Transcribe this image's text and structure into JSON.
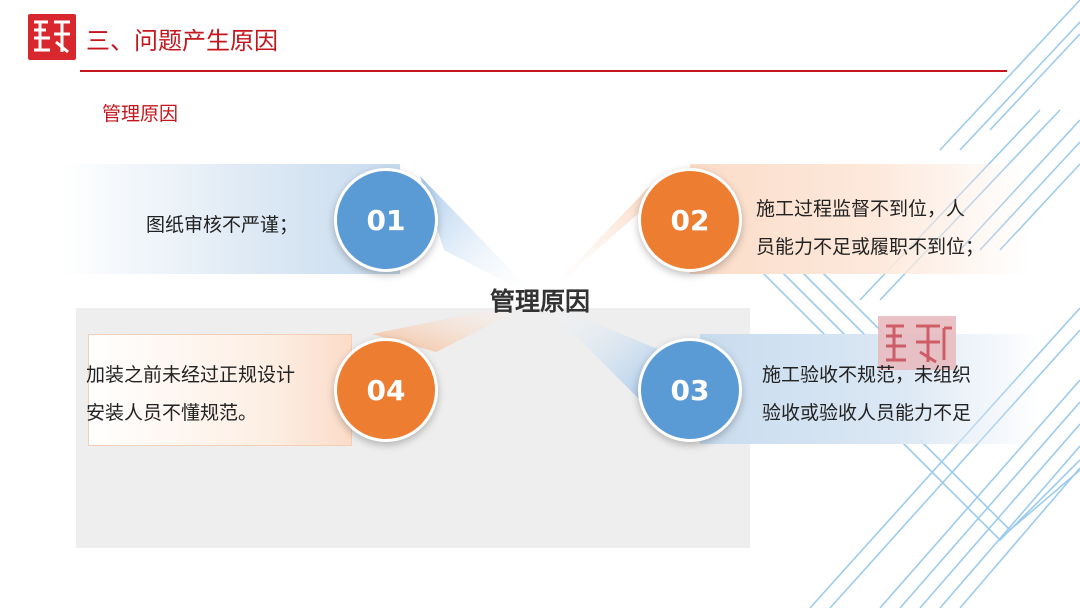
{
  "header": {
    "title": "三、问题产生原因",
    "logo_icon": "red-seal-logo-icon"
  },
  "section": {
    "subtitle": "管理原因"
  },
  "diagram": {
    "center_label": "管理原因",
    "items": [
      {
        "number": "01",
        "color": "#5b9bd5",
        "lines": [
          "图纸审核不严谨；"
        ]
      },
      {
        "number": "02",
        "color": "#ed7d31",
        "lines": [
          "施工过程监督不到位，人",
          "员能力不足或履职不到位；"
        ]
      },
      {
        "number": "03",
        "color": "#5b9bd5",
        "lines": [
          "施工验收不规范，未组织",
          "验收或验收人员能力不足"
        ]
      },
      {
        "number": "04",
        "color": "#ed7d31",
        "lines": [
          "加装之前未经过正规设计",
          "安装人员不懂规范。"
        ]
      }
    ]
  },
  "colors": {
    "accent_red": "#c4161c",
    "blue": "#5b9bd5",
    "orange": "#ed7d31",
    "decorative_lines": "#7fb8e6"
  }
}
